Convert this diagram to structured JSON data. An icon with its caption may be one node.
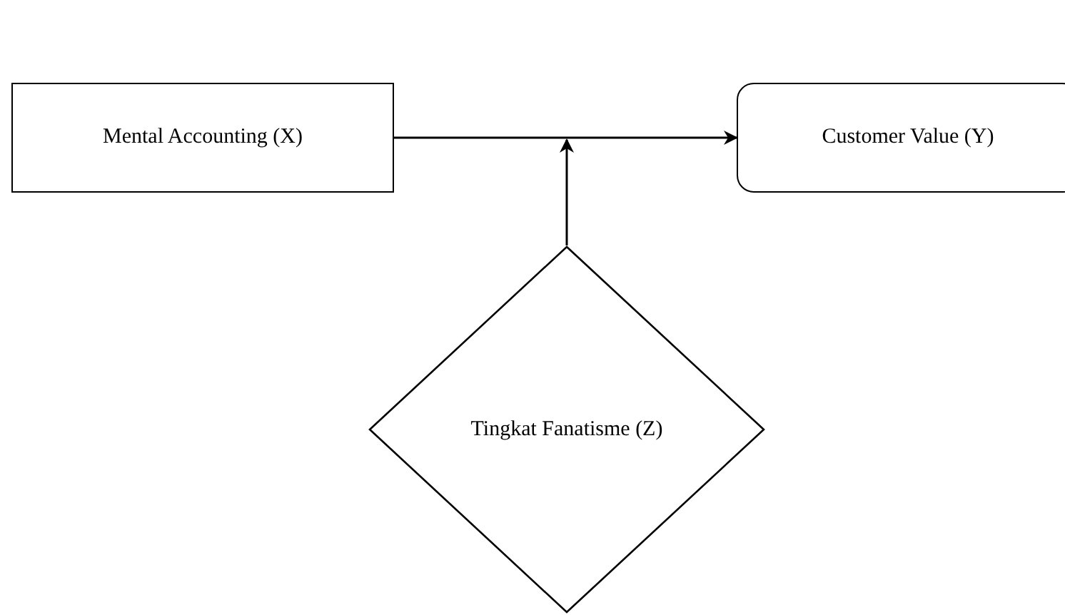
{
  "diagram": {
    "nodes": [
      {
        "text": [
          "Mental Accounting (X)"
        ]
      },
      {
        "text": [
          "Customer Value (Y)"
        ]
      },
      {
        "text": [
          "Tingkat Fanatisme (Z)"
        ]
      }
    ],
    "edges": [
      {
        "from": 0,
        "to": 1,
        "arrow": "to"
      },
      {
        "from": 2,
        "to": null,
        "arrow": "to"
      }
    ]
  }
}
